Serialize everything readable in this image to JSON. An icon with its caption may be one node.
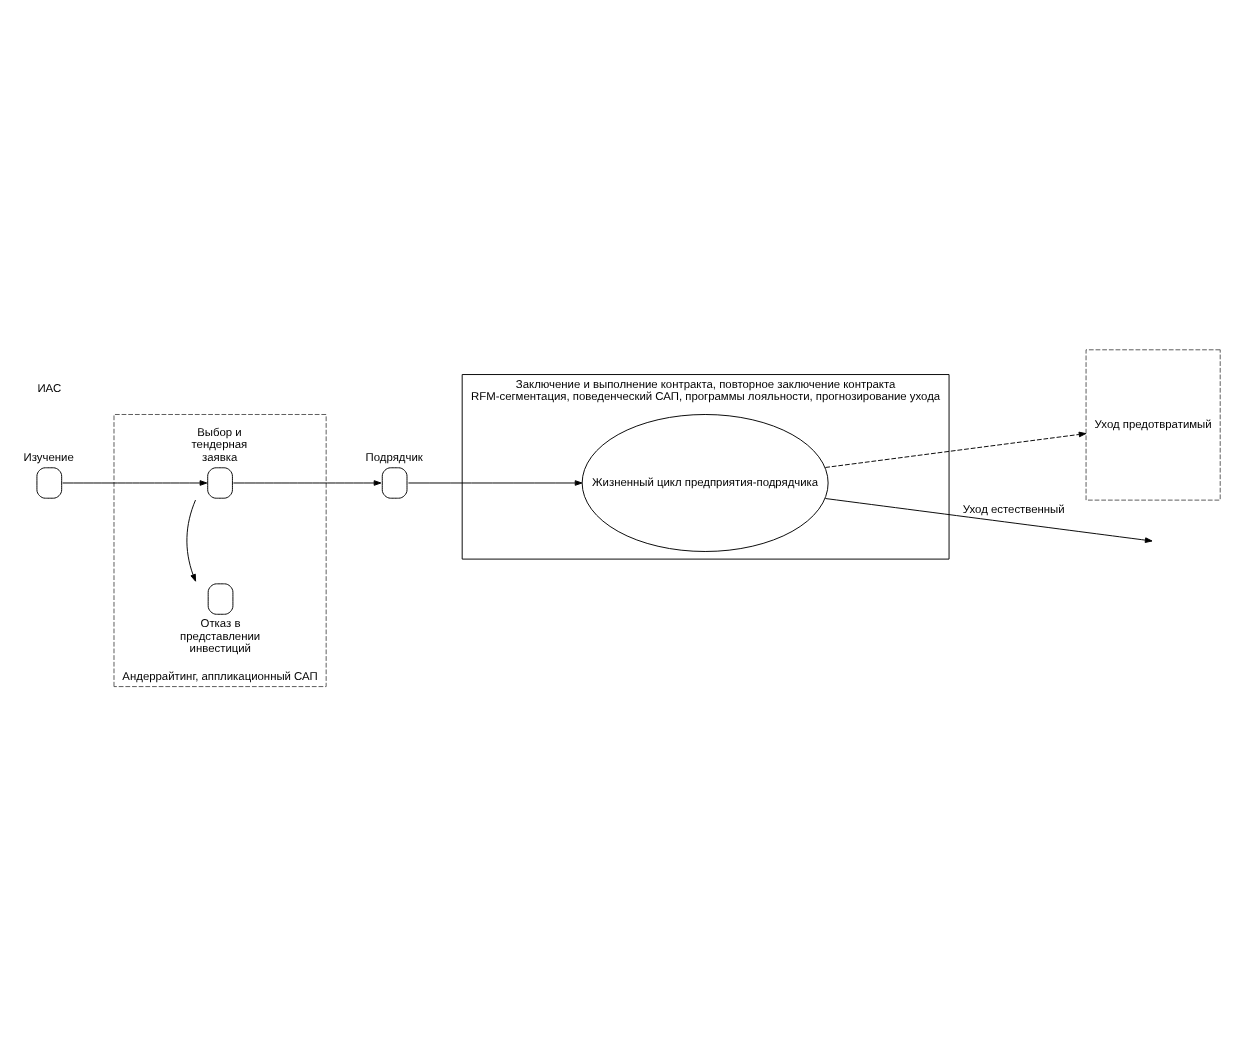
{
  "diagram": {
    "nodes": [
      {
        "text": [
          "Андеррайтинг, аппликационный САП"
        ]
      },
      {
        "text": [
          "Изучение"
        ]
      },
      {
        "text": [
          "Выбор и тендерная заявка"
        ],
        "in": 0
      },
      {
        "text": [
          "Отказ в представлении инвестиций"
        ],
        "in": 0
      },
      {
        "text": [
          "Подрядчик"
        ]
      },
      {
        "text": [
          "Заключение и выполнение контракта, повторное заключение контракта",
          "RFM-сегментация, поведенческий САП, программы лояльности, прогнозирование ухода"
        ]
      },
      {
        "text": [
          "Жизненный цикл предприятия-подрядчика"
        ],
        "in": 5
      },
      {
        "text": [
          "Уход предотвратимый"
        ]
      }
    ],
    "edges": [
      {
        "from": 1,
        "to": 2,
        "arrow": "to"
      },
      {
        "from": 2,
        "to": 4,
        "arrow": "to"
      },
      {
        "from": 2,
        "to": 3,
        "arrow": "to"
      },
      {
        "from": 4,
        "to": 6,
        "arrow": "to"
      },
      {
        "from": 6,
        "to": null,
        "arrow": "to",
        "label": "Уход естественный"
      },
      {
        "from": 6,
        "to": 7,
        "arrow": "to",
        "style": "dashed"
      }
    ],
    "labels": [
      "ИАС"
    ]
  }
}
